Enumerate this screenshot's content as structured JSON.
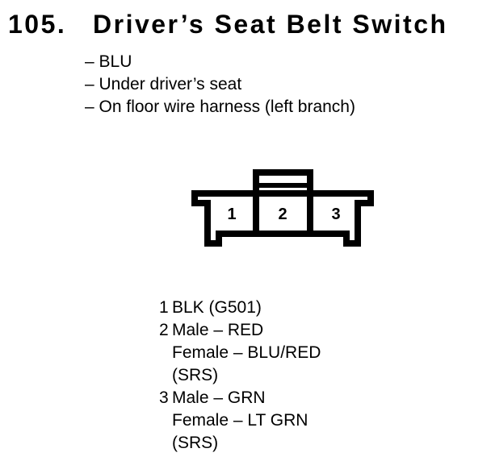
{
  "page": {
    "background_color": "#ffffff",
    "ink_color": "#000000"
  },
  "title": {
    "number": "105.",
    "text": "Driver’s Seat Belt Switch"
  },
  "notes": [
    "– BLU",
    "– Under driver’s seat",
    "– On floor wire harness (left branch)"
  ],
  "connector": {
    "description": "3-cavity connector, front view, lock tab on top center",
    "pins": [
      "1",
      "2",
      "3"
    ]
  },
  "legend": {
    "rows": [
      {
        "num": "1",
        "text": "BLK (G501)"
      },
      {
        "num": "2",
        "text": "Male – RED"
      },
      {
        "num": "",
        "text": "Female – BLU/RED"
      },
      {
        "num": "",
        "text": "(SRS)"
      },
      {
        "num": "3",
        "text": "Male – GRN"
      },
      {
        "num": "",
        "text": "Female – LT GRN"
      },
      {
        "num": "",
        "text": "(SRS)"
      }
    ]
  }
}
